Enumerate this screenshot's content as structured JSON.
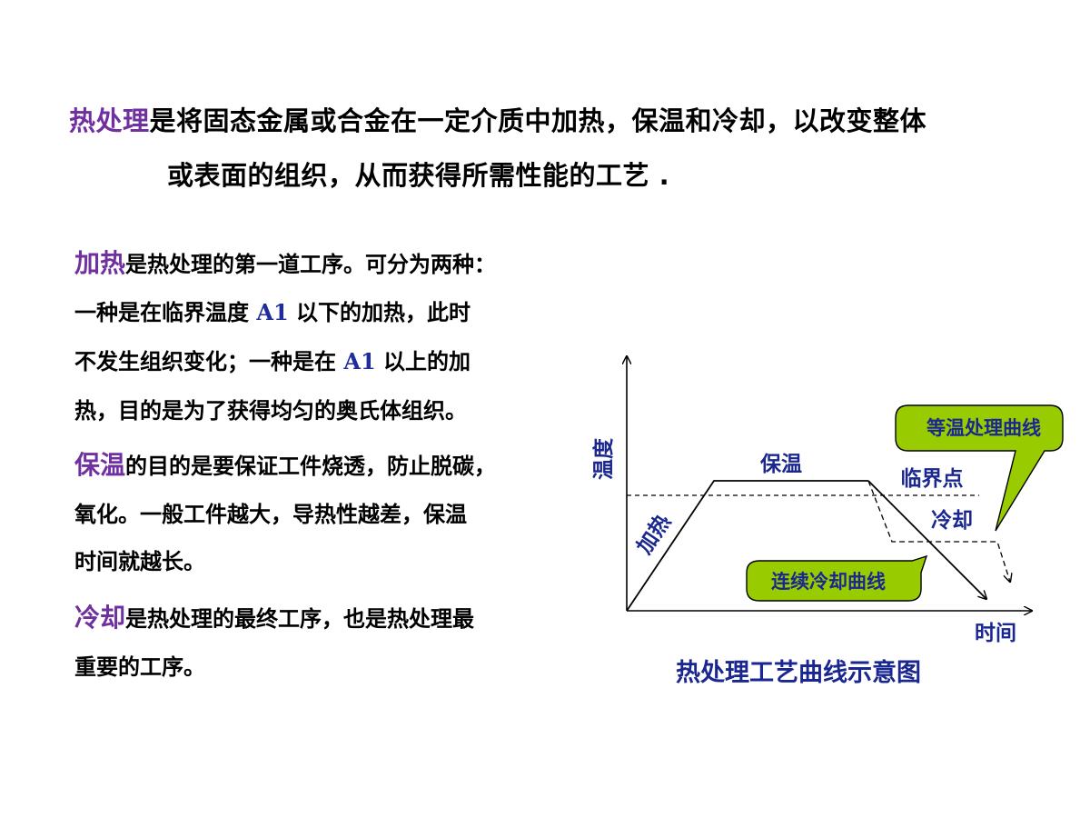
{
  "intro": {
    "term": "热处理",
    "line1_rest": "是将固态金属或合金在一定介质中加热，保温和冷却，以改变整体",
    "line2": "或表面的组织，从而获得所需性能的工艺 ."
  },
  "heating": {
    "term": "加热",
    "line1_rest": "是热处理的第一道工序。可分为两种：",
    "line2_a": "一种是在临界温度 ",
    "a1": "A1",
    "line2_b": " 以下的加热，此时",
    "line3_a": "不发生组织变化；一种是在 ",
    "line3_b": " 以上的加",
    "line4": "热，目的是为了获得均匀的奥氏体组织。"
  },
  "holding": {
    "term": "保温",
    "line1_rest": "的目的是要保证工件烧透，防止脱碳，",
    "line2": "氧化。一般工件越大，导热性越差，保温",
    "line3": "时间就越长。"
  },
  "cooling": {
    "term": "冷却",
    "line1_rest": "是热处理的最终工序，也是热处理最",
    "line2": "重要的工序。"
  },
  "diagram": {
    "y_label": "温度",
    "x_label": "时间",
    "heating_label": "加热",
    "holding_label": "保温",
    "critical_label": "临界点",
    "cooling_label": "冷却",
    "isothermal_callout": "等温处理曲线",
    "continuous_callout": "连续冷却曲线",
    "caption": "热处理工艺曲线示意图",
    "callout_fill": "#99CC00",
    "label_color": "#1A2790"
  }
}
